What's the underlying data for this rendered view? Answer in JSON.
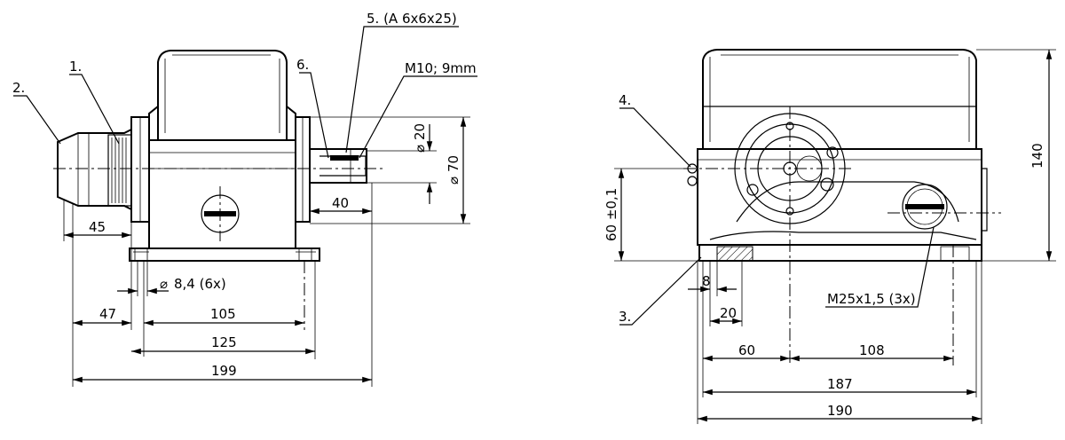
{
  "callouts": {
    "c1": "1.",
    "c2": "2.",
    "c3": "3.",
    "c4": "4.",
    "c5": "5. (A 6x6x25)",
    "c6": "6."
  },
  "left_view": {
    "thread": "M10; 9mm",
    "dia_small": "20",
    "dia_large": "70",
    "dim_40": "40",
    "dim_45": "45",
    "hole": "8,4 (6x)",
    "dim_47": "47",
    "dim_105": "105",
    "dim_125": "125",
    "dim_199": "199"
  },
  "right_view": {
    "dim_140": "140",
    "dim_60_tol": "60 ±0,1",
    "dim_8": "8",
    "dim_20": "20",
    "thread": "M25x1,5 (3x)",
    "dim_60": "60",
    "dim_108": "108",
    "dim_187": "187",
    "dim_190": "190"
  }
}
